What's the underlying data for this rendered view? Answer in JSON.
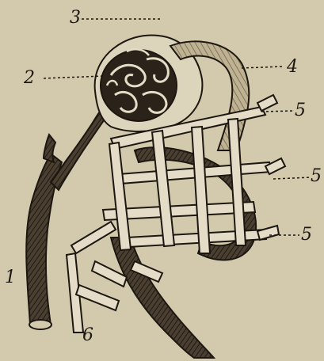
{
  "figure": {
    "labels": {
      "n1": "1",
      "n2": "2",
      "n3": "3",
      "n4": "4",
      "n5a": "5",
      "n5b": "5",
      "n5c": "5",
      "n6": "6"
    },
    "colors": {
      "paper": "#d3c9ad",
      "ink": "#1c1710",
      "vessel_fill": "#3a3126",
      "capillary_fill": "#e4dcc6"
    }
  }
}
